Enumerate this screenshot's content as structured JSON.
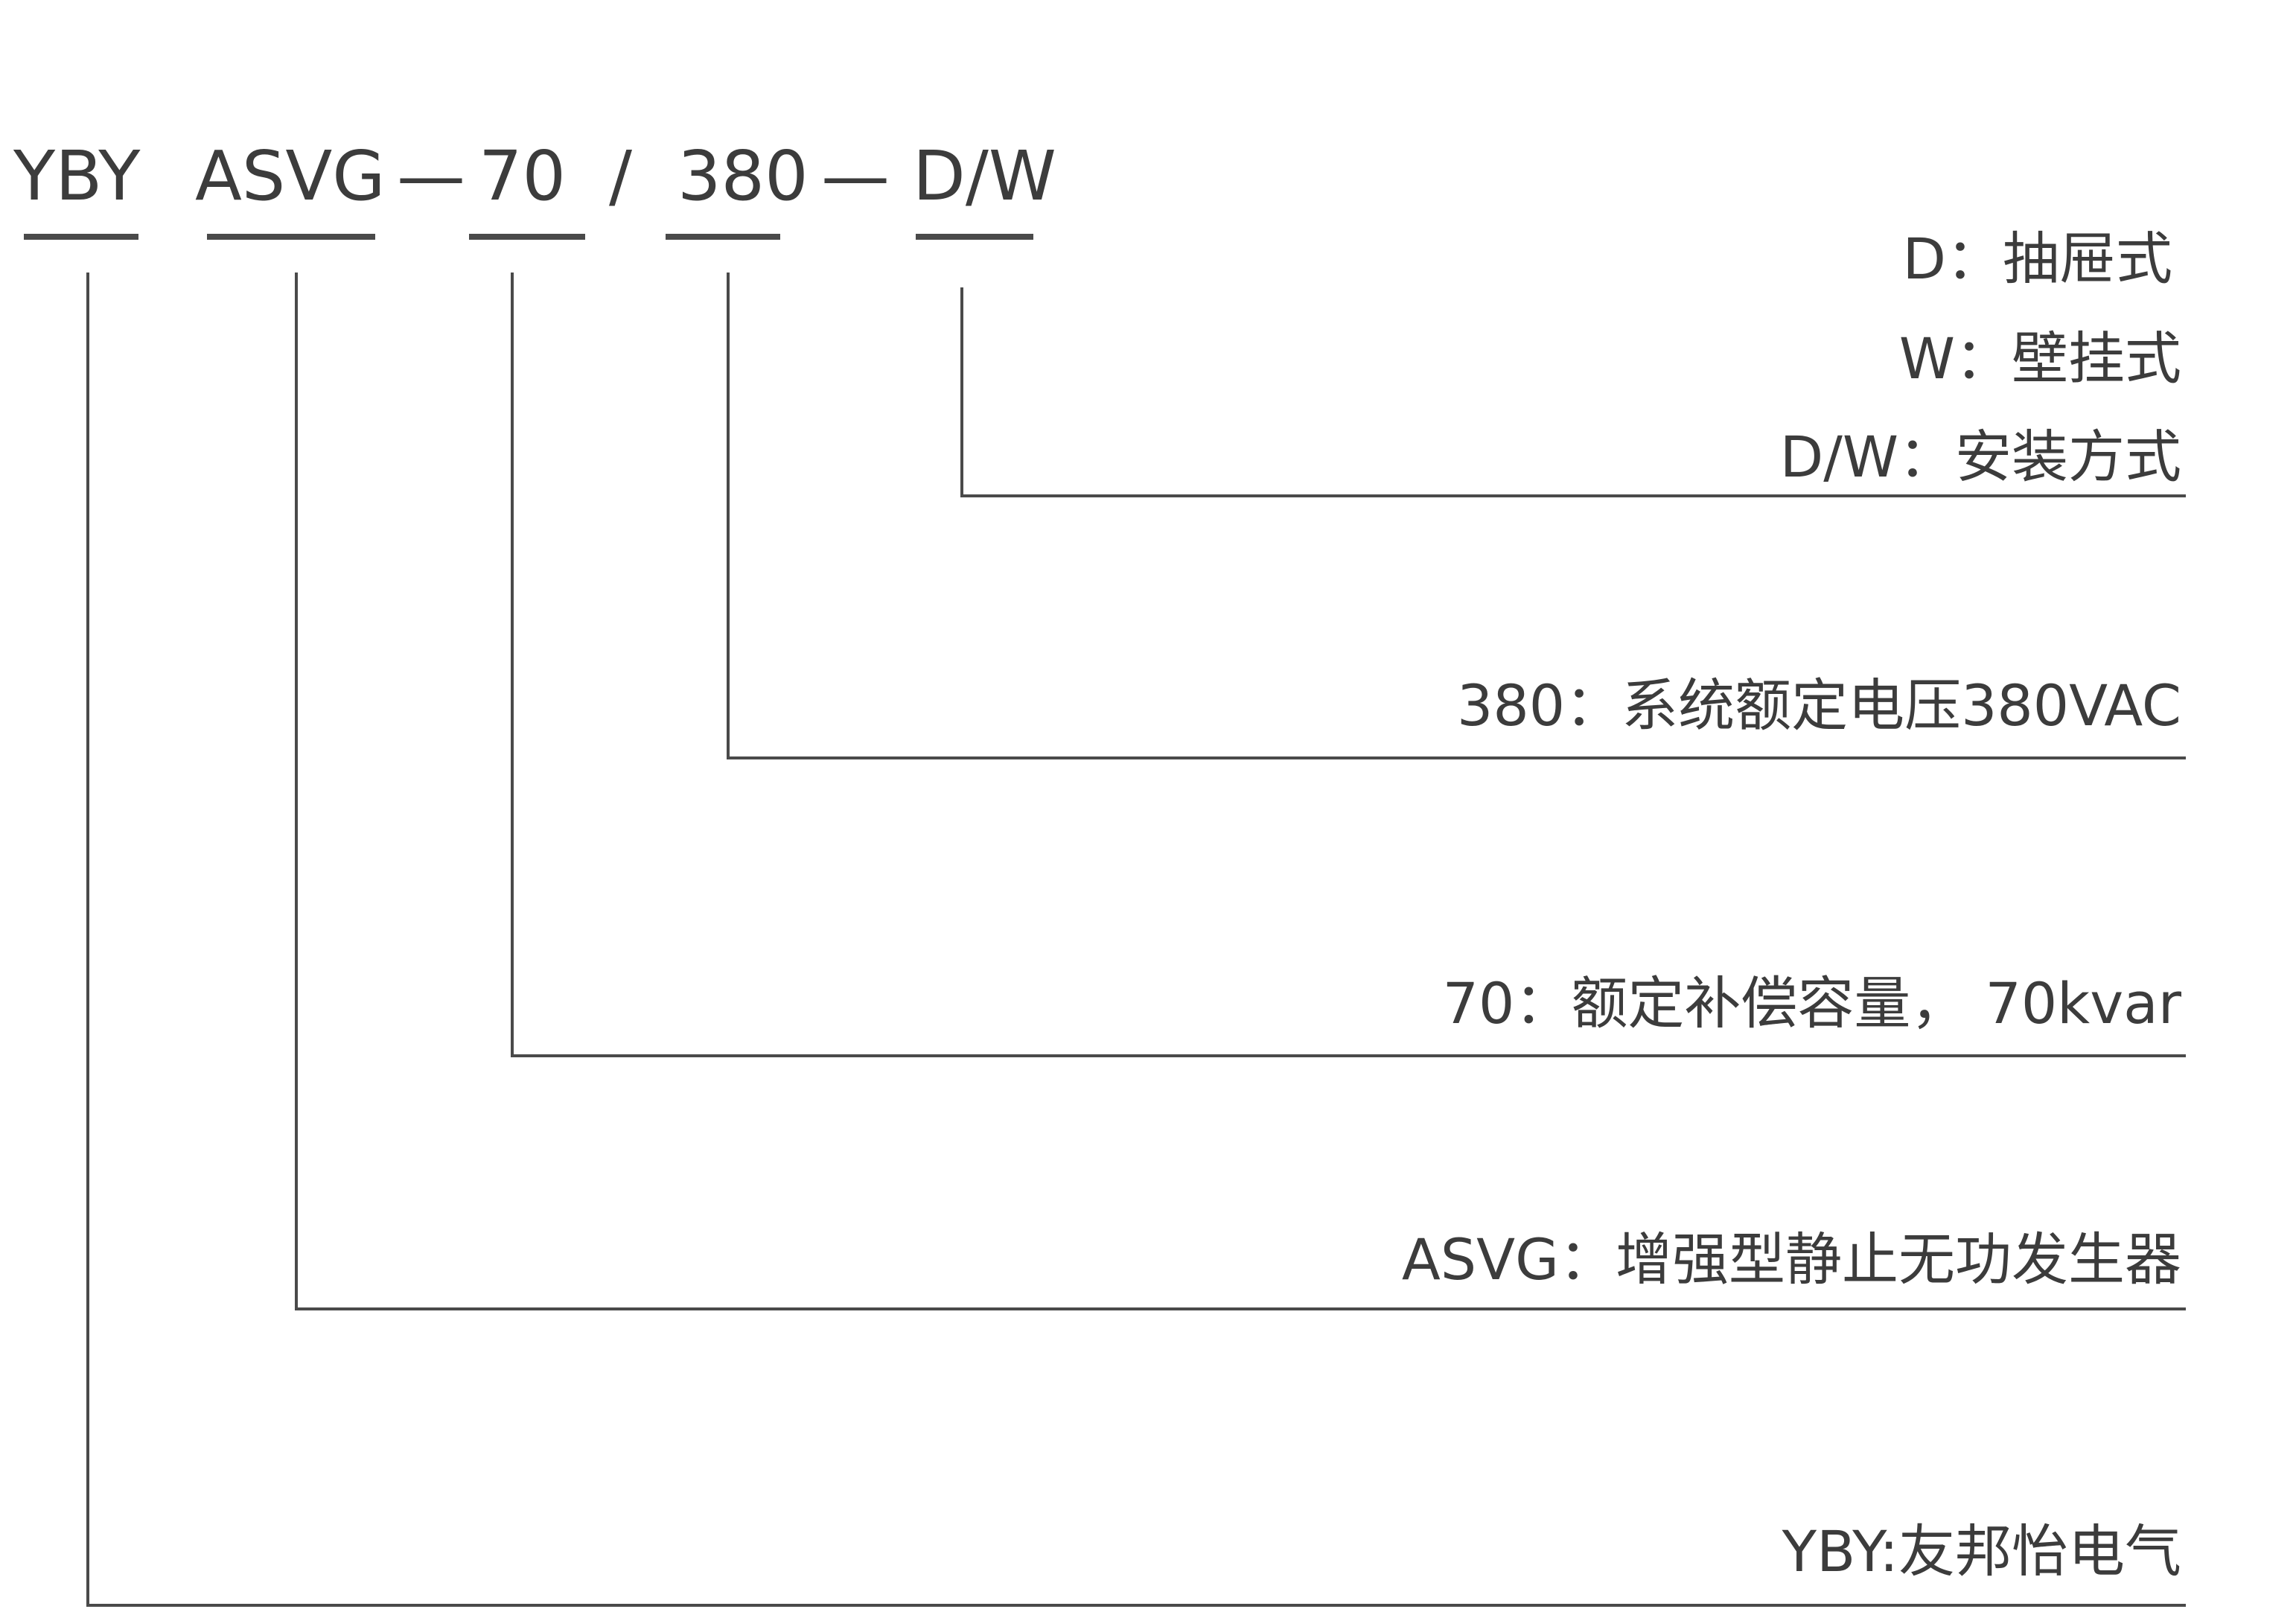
{
  "model_code": {
    "segments": [
      "YBY",
      "ASVG",
      "70",
      "380",
      "D/W"
    ],
    "dash_1": "—",
    "slash": "/",
    "dash_2": "—"
  },
  "descriptions": {
    "mount_d": "D：抽屉式",
    "mount_w": "W：壁挂式",
    "mount_dw": "D/W：安装方式",
    "voltage": "380：系统额定电压380VAC",
    "capacity": "70：额定补偿容量， 70kvar",
    "asvg": "ASVG：增强型静止无功发生器",
    "brand": "YBY:友邦怡电气"
  },
  "colors": {
    "text": "#3c3c3c",
    "line": "#4a4a4a",
    "background": "#ffffff"
  }
}
